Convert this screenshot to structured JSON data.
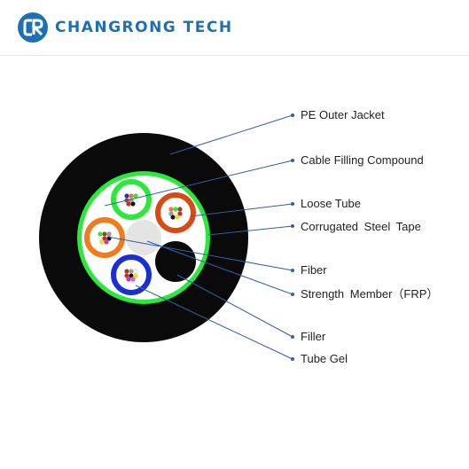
{
  "brand": {
    "logo_icon": "cr-logo-icon",
    "logo_letters": "CR",
    "name": "CHANGRONG TECH",
    "color": "#1f6fb5"
  },
  "diagram": {
    "labels": {
      "pe_outer_jacket": "PE Outer Jacket",
      "cable_filling_compound": "Cable Filling Compound",
      "loose_tube": "Loose Tube",
      "corrugated_steel_tape": "Corrugated Steel Tape",
      "fiber": "Fiber",
      "strength_member": "Strength Member（FRP）",
      "filler": "Filler",
      "tube_gel": "Tube Gel"
    },
    "colors": {
      "outer_jacket": "#0a0a0a",
      "steel_tape": "#2ce83a",
      "filling_compound": "#ffffff",
      "loose_tube_green": "#2ce83a",
      "loose_tube_red": "#d64a16",
      "loose_tube_orange": "#f07a1c",
      "loose_tube_blue": "#1b2fd6",
      "strength_member": "#e4e4e4",
      "filler": "#0a0a0a",
      "leader_line": "#2f5fa8"
    },
    "fiber_colors": [
      "#1b2fd6",
      "#f07a1c",
      "#2ce83a",
      "#8a4a12",
      "#9a9a9a",
      "#f0f0f0",
      "#e02020",
      "#111111",
      "#f2e21a",
      "#b03ad8",
      "#f25aa8",
      "#3ad8e8"
    ]
  }
}
